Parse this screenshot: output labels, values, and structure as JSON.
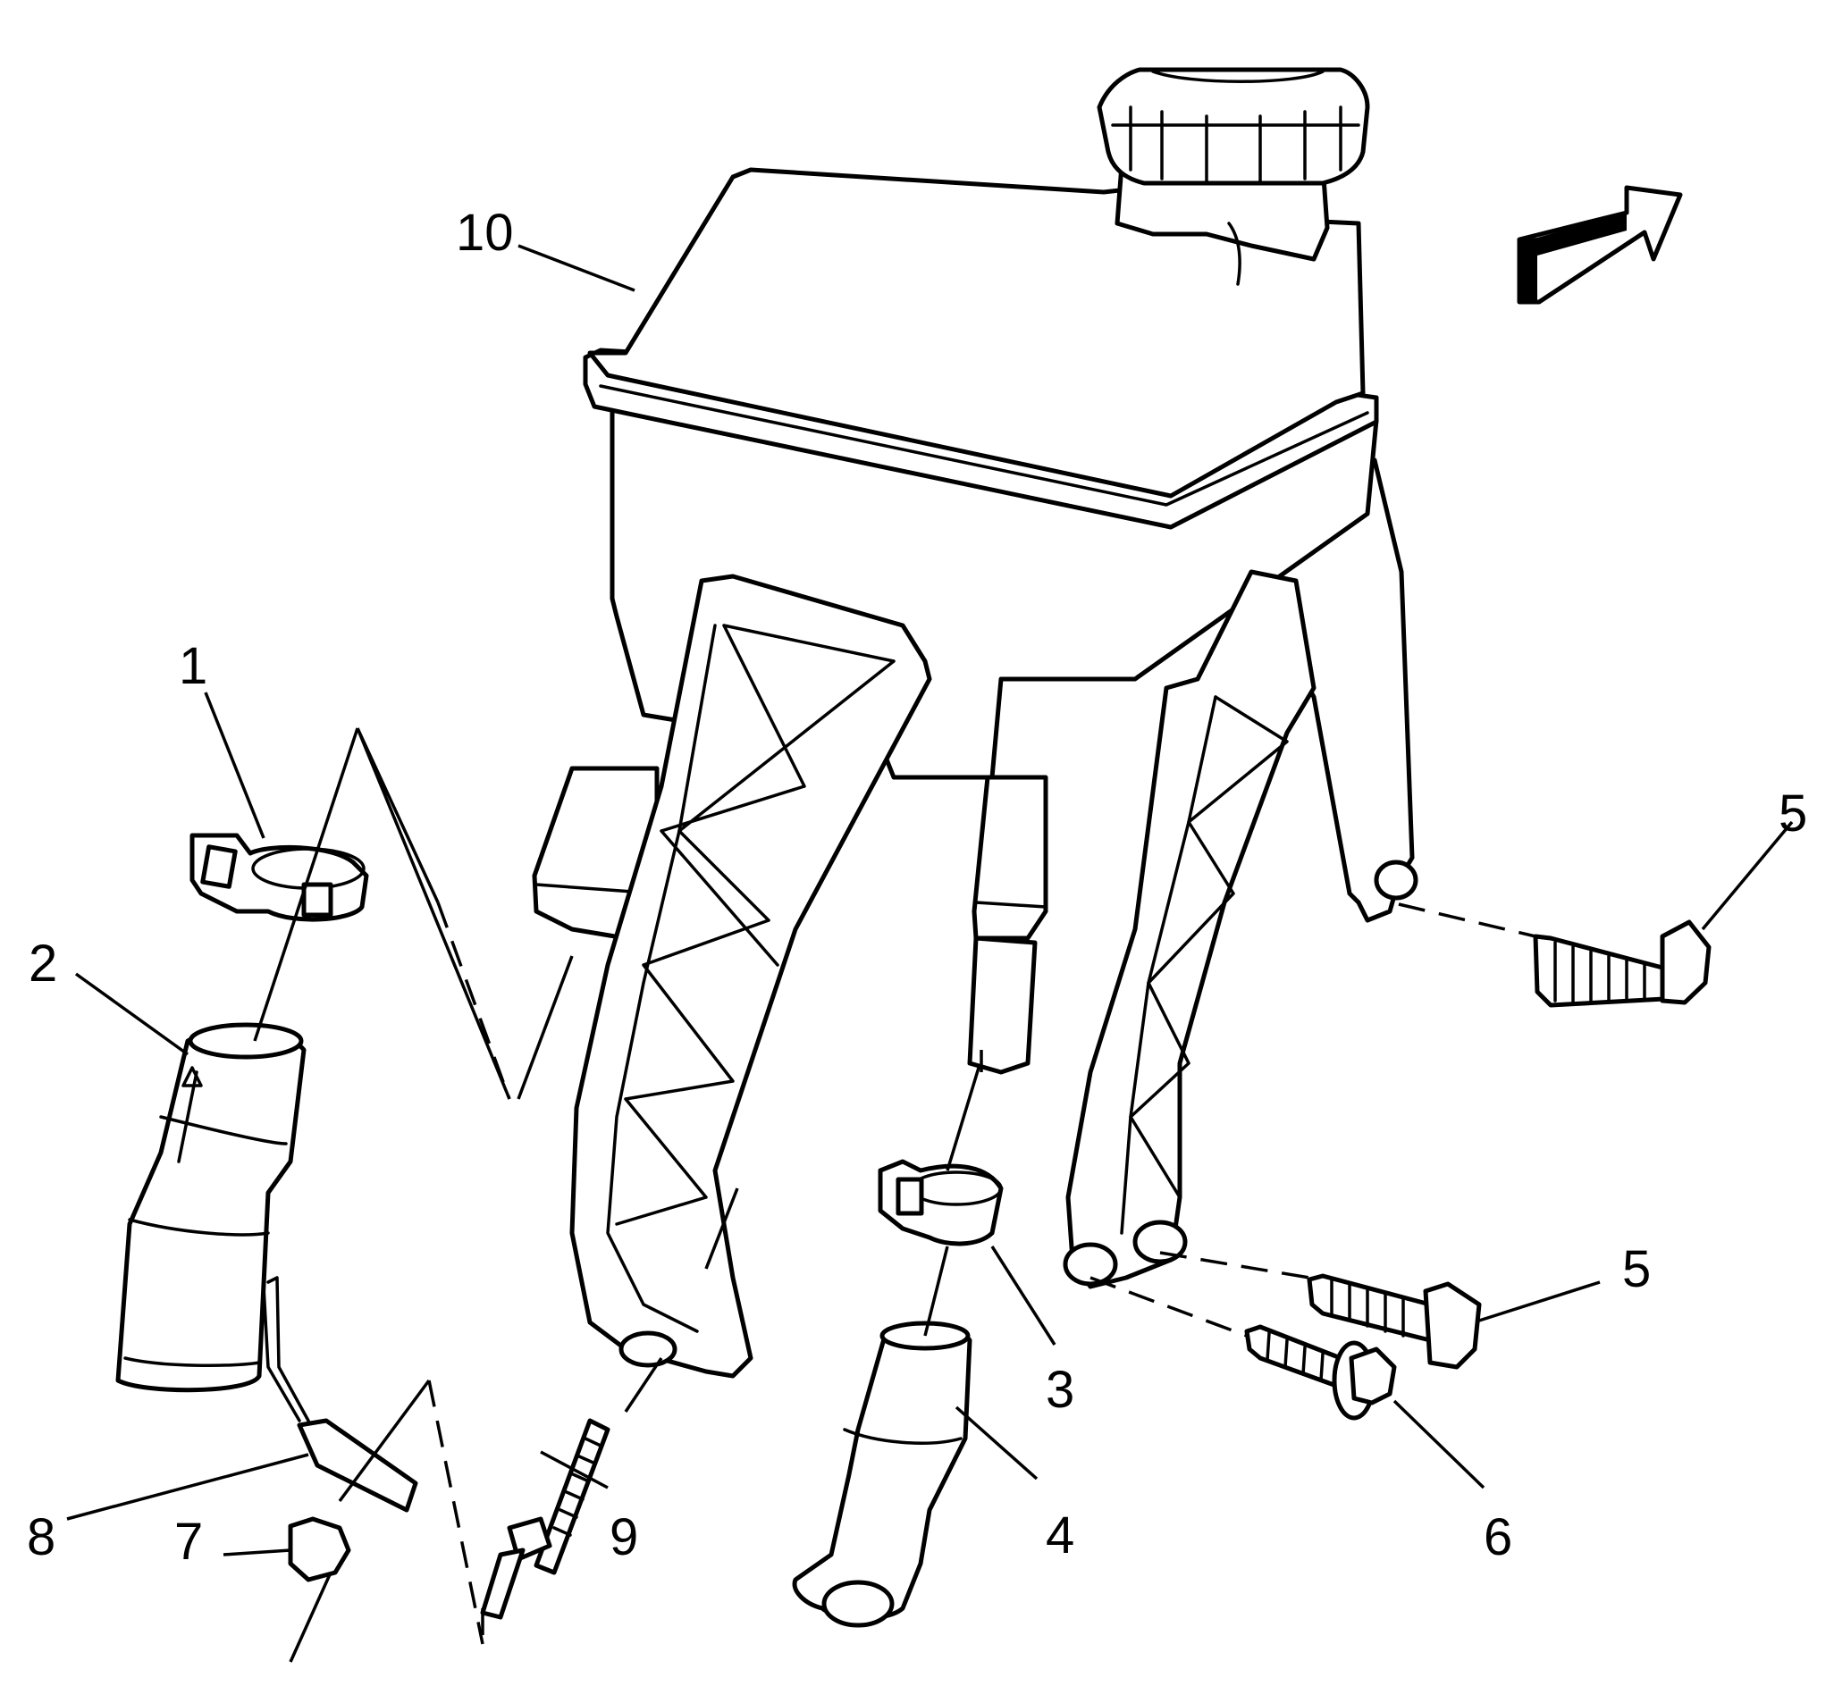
{
  "colors": {
    "line": "#000000",
    "background": "#ffffff",
    "shade": "#000000"
  },
  "callouts": {
    "c1": "1",
    "c2": "2",
    "c3": "3",
    "c4": "4",
    "c5_upper": "5",
    "c5_lower": "5",
    "c6": "6",
    "c7": "7",
    "c8": "8",
    "c9": "9",
    "c10": "10"
  },
  "icons": {
    "direction_arrow": "forward-arrow-icon"
  }
}
